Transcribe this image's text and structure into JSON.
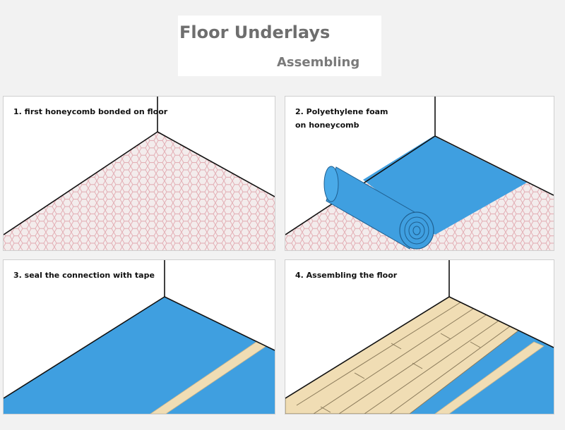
{
  "header": {
    "title": "Floor Underlays",
    "subtitle": "Assembling"
  },
  "steps": [
    {
      "caption": "1. first honeycomb bonded on floor"
    },
    {
      "caption_line1": "2. Polyethylene foam",
      "caption_line2": "on honeycomb"
    },
    {
      "caption": "3. seal the connection with tape"
    },
    {
      "caption": "4. Assembling the floor"
    }
  ],
  "colors": {
    "foam_blue": "#3f9fe0",
    "honeycomb": "#e8c9cc",
    "tape_wood": "#f0ddb4",
    "wall_line": "#111111"
  }
}
